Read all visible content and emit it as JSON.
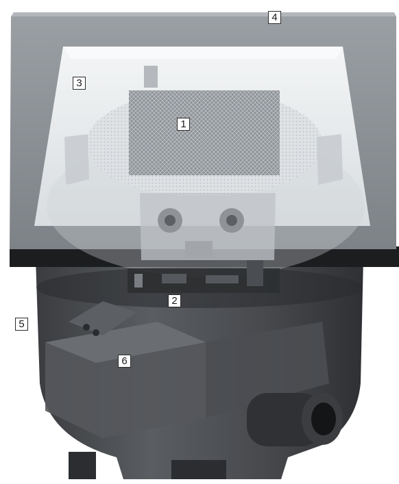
{
  "callouts": {
    "c1": "1",
    "c2": "2",
    "c3": "3",
    "c4": "4",
    "c5": "5",
    "c6": "6"
  },
  "colors": {
    "frame": "#8a8f94",
    "frame_edge": "#6c7075",
    "glass": "#e9ecef",
    "housing": "#46494d",
    "housing_dark": "#2f3134",
    "gasket": "#1c1d1f",
    "callout_border": "#2a2a2a"
  }
}
